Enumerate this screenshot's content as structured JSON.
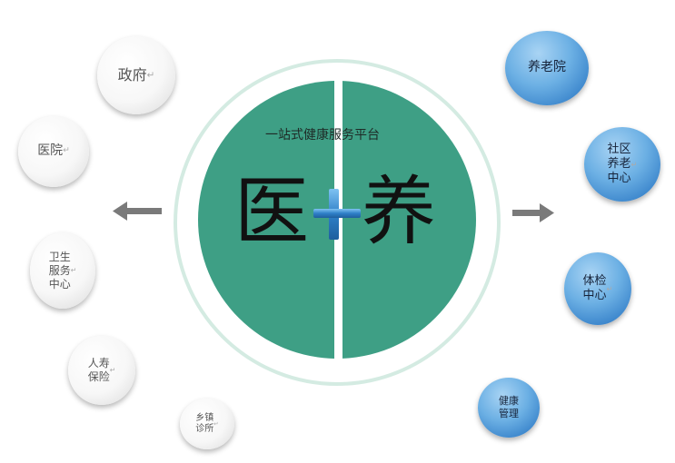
{
  "center": {
    "subtitle": "一站式健康服务平台",
    "left_char": "医",
    "right_char": "养"
  },
  "left_bubbles": [
    {
      "label": "政府"
    },
    {
      "label": "医院"
    },
    {
      "label": "卫生\n服务\n中心"
    },
    {
      "label": "人寿\n保险"
    },
    {
      "label": "乡镇\n诊所"
    }
  ],
  "right_bubbles": [
    {
      "label": "养老院"
    },
    {
      "label": "社区\n养老\n中心"
    },
    {
      "label": "体检\n中心"
    },
    {
      "label": "健康\n管理"
    }
  ],
  "colors": {
    "circle_green": "#3e9f85",
    "ring": "#d4ebe2",
    "arrow": "#7a7a7a",
    "plus_blue": "#2f80c8"
  }
}
